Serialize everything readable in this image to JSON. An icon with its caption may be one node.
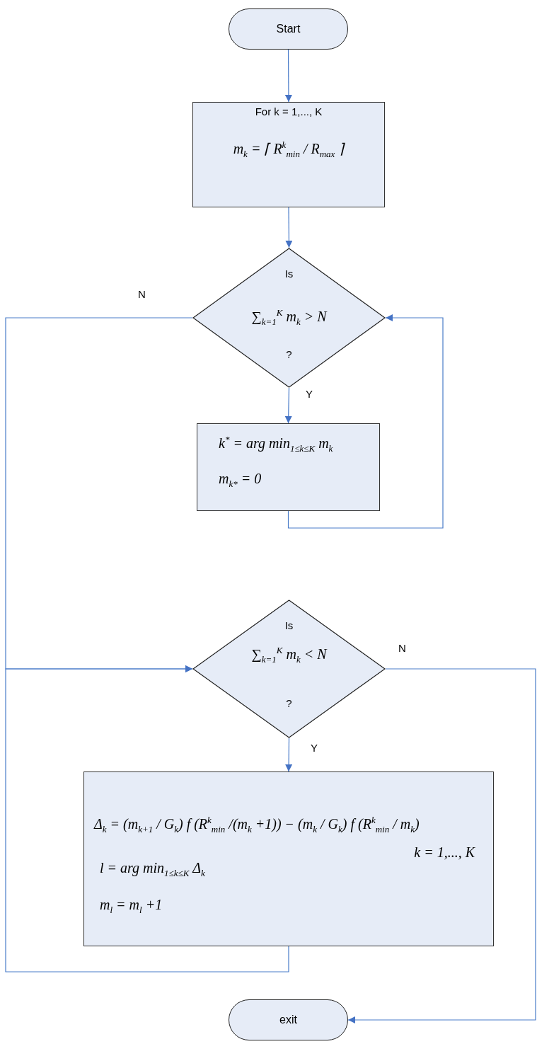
{
  "diagram": {
    "nodes": [
      {
        "text": [
          "Start"
        ]
      },
      {
        "text": [
          "For k = 1,..., K",
          "m$_{k}$ = ⌈ R$^{k}$$_{min}$ / R$_{max}$ ⌉"
        ]
      },
      {
        "text": [
          "Is",
          "∑$_{k=1}$$^{K}$ m$_{k}$ > N",
          "?"
        ]
      },
      {
        "text": [
          "k$^{*}$ = arg min$_{1≤k≤K}$ m$_{k}$",
          "m$_{k*}$ = 0"
        ]
      },
      {
        "text": [
          "Is",
          "∑$_{k=1}$$^{K}$ m$_{k}$ < N",
          "?"
        ]
      },
      {
        "text": [
          "Δ$_{k}$ = (m$_{k+1}$ / G$_{k}$) f (R$^{k}$$_{min}$ /(m$_{k}$ +1)) − (m$_{k}$ / G$_{k}$) f (R$^{k}$$_{min}$ / m$_{k}$)",
          "k = 1,..., K",
          "l = arg min$_{1≤k≤K}$ Δ$_{k}$",
          "m$_{l}$ = m$_{l}$ +1"
        ]
      },
      {
        "text": [
          "exit"
        ]
      }
    ],
    "edges": [
      {
        "from": 0,
        "to": 1,
        "arrow": "to"
      },
      {
        "from": 1,
        "to": 2,
        "arrow": "to"
      },
      {
        "from": 2,
        "to": 3,
        "arrow": "to",
        "label": "Y"
      },
      {
        "from": 3,
        "to": 2,
        "arrow": "to"
      },
      {
        "from": 2,
        "to": 4,
        "arrow": "to",
        "label": "N"
      },
      {
        "from": 4,
        "to": 5,
        "arrow": "to",
        "label": "Y"
      },
      {
        "from": 5,
        "to": 4,
        "arrow": "to"
      },
      {
        "from": 4,
        "to": 6,
        "arrow": "to",
        "label": "N"
      }
    ]
  }
}
